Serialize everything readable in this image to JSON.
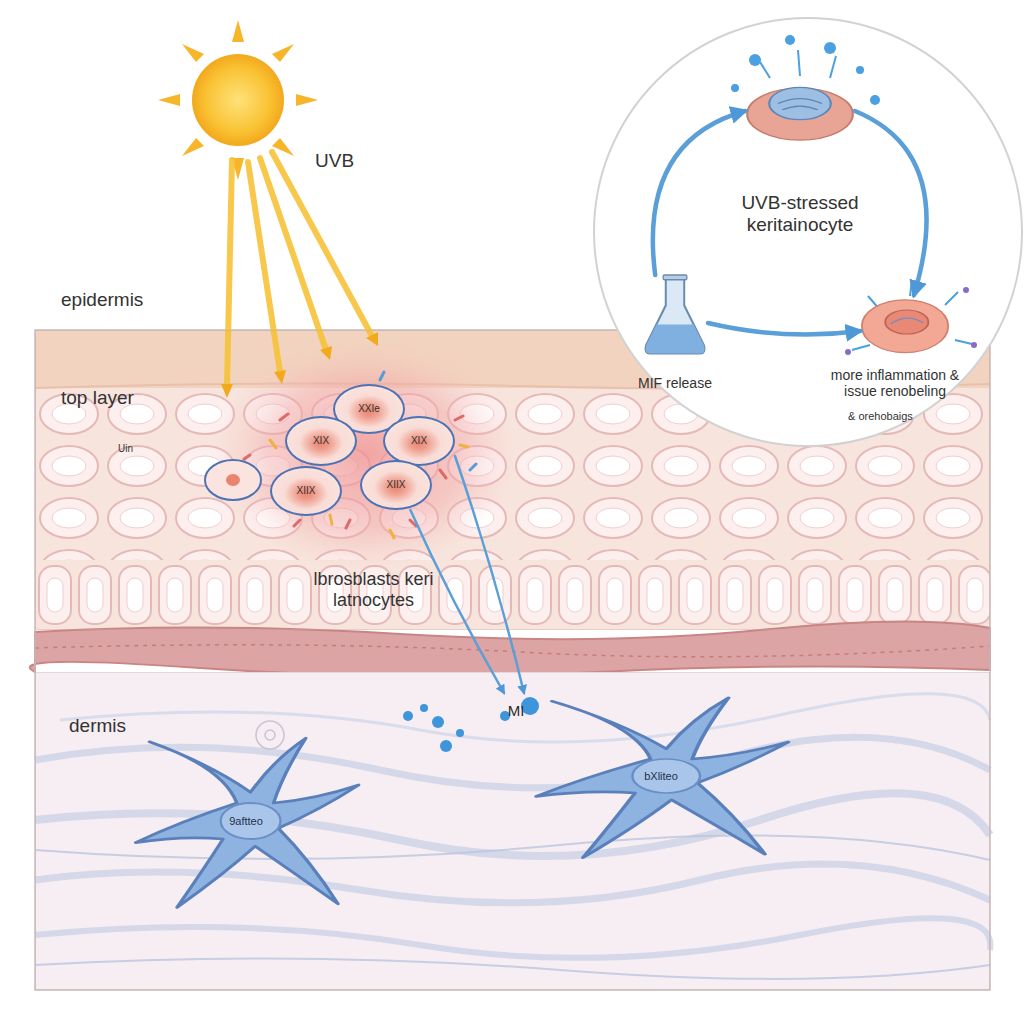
{
  "diagram": {
    "nodes": [
      {
        "text": [
          "epidermis",
          "top layer",
          "lbrosblasts keri latnocytes"
        ]
      },
      {
        "text": [
          "XXIe"
        ],
        "in": 0
      },
      {
        "text": [
          "XIX"
        ],
        "in": 0
      },
      {
        "text": [
          "XIX"
        ],
        "in": 0
      },
      {
        "text": [
          "XIIX"
        ],
        "in": 0
      },
      {
        "text": [
          "XIIX"
        ],
        "in": 0
      },
      {
        "text": [
          "dermis"
        ]
      },
      {
        "text": [
          "MI"
        ],
        "in": 6
      },
      {
        "text": [
          "9aftteo"
        ],
        "in": 6
      },
      {
        "text": [
          "bXliteo"
        ],
        "in": 6
      },
      {
        "text": [
          "UVB-stressed keritainocyte"
        ]
      },
      {
        "text": [
          "MIF release"
        ]
      },
      {
        "text": [
          "more inflammation & issue renobeling"
        ]
      }
    ],
    "edges": [
      {
        "from": 3,
        "to": 7,
        "arrow": "to"
      },
      {
        "from": 5,
        "to": 7,
        "arrow": "to"
      },
      {
        "from": 11,
        "to": 10,
        "arrow": "to"
      },
      {
        "from": 10,
        "to": 12,
        "arrow": "to"
      },
      {
        "from": 11,
        "to": 12,
        "arrow": "to"
      }
    ],
    "labels": [
      "UVB",
      "Uin",
      "& orehobaigs"
    ]
  }
}
